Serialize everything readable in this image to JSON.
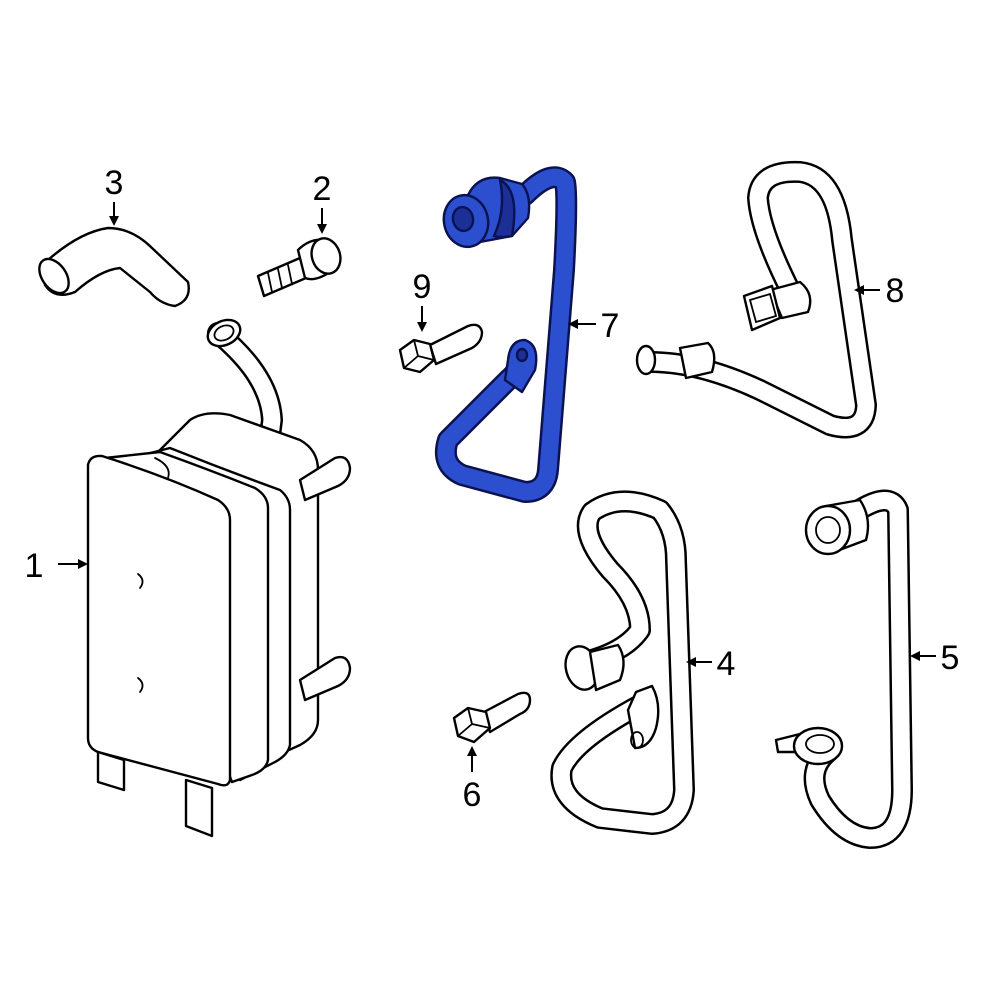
{
  "diagram": {
    "highlight_color": "#2c4fd0",
    "callouts": [
      {
        "id": "c1",
        "text": "1"
      },
      {
        "id": "c2",
        "text": "2"
      },
      {
        "id": "c3",
        "text": "3"
      },
      {
        "id": "c4",
        "text": "4"
      },
      {
        "id": "c5",
        "text": "5"
      },
      {
        "id": "c6",
        "text": "6"
      },
      {
        "id": "c7",
        "text": "7"
      },
      {
        "id": "c8",
        "text": "8"
      },
      {
        "id": "c9",
        "text": "9"
      }
    ]
  }
}
